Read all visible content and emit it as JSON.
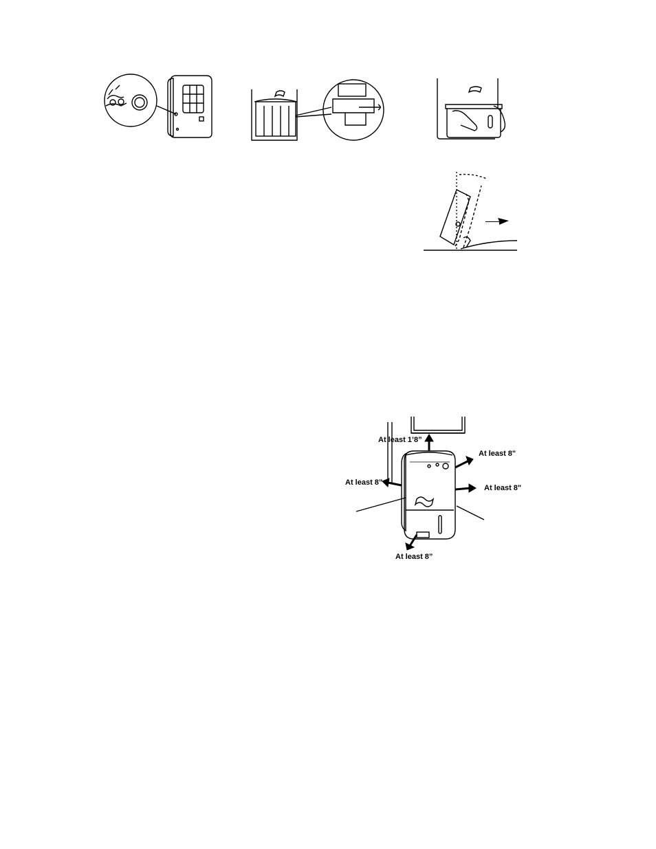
{
  "clearance": {
    "top": "At least 1’8”",
    "right_upper": "At least 8\"",
    "right": "At least 8\"",
    "left": "At least 8”",
    "front": "At least 8”"
  }
}
